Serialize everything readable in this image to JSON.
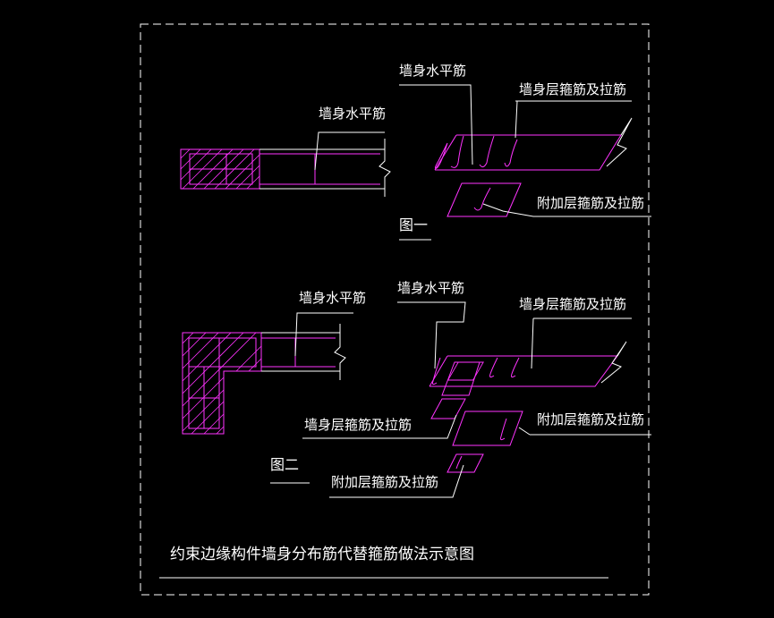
{
  "colors": {
    "background": "#000000",
    "line": "#ffffff",
    "rebar": "#ff33ff",
    "hatch": "#ff33ff"
  },
  "labels": {
    "fig1_left_horizontal": "墙身水平筋",
    "fig1_right_horizontal": "墙身水平筋",
    "fig1_wall_stirrup": "墙身层箍筋及拉筋",
    "fig1_added_stirrup": "附加层箍筋及拉筋",
    "fig1_caption": "图一",
    "fig2_left_horizontal": "墙身水平筋",
    "fig2_right_horizontal": "墙身水平筋",
    "fig2_wall_stirrup": "墙身层箍筋及拉筋",
    "fig2_wall_stirrup_lower": "墙身层箍筋及拉筋",
    "fig2_added_stirrup_right": "附加层箍筋及拉筋",
    "fig2_added_stirrup_lower": "附加层箍筋及拉筋",
    "fig2_caption": "图二"
  },
  "title": "约束边缘构件墙身分布筋代替箍筋做法示意图"
}
